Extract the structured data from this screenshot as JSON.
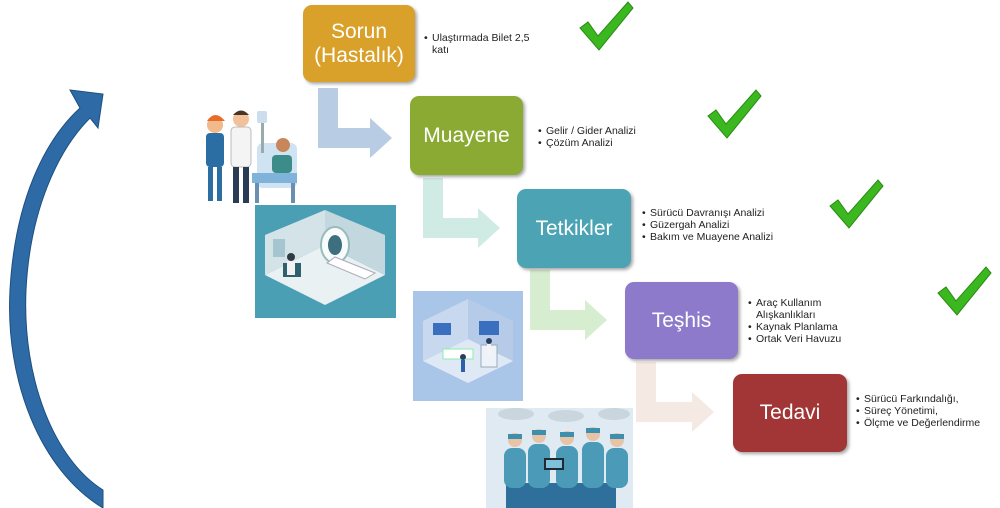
{
  "steps": [
    {
      "label": "Sorun (Hastalık)",
      "color": "#D9A02A",
      "bullets": [
        "Ulaştırmada Bilet 2,5 katı"
      ]
    },
    {
      "label": "Muayene",
      "color": "#8AAA33",
      "bullets": [
        "Gelir / Gider Analizi",
        "Çözüm Analizi"
      ]
    },
    {
      "label": "Tetkikler",
      "color": "#4BA3B3",
      "bullets": [
        "Sürücü Davranışı Analizi",
        "Güzergah Analizi",
        "Bakım ve Muayene Analizi"
      ]
    },
    {
      "label": "Teşhis",
      "color": "#8E7ACB",
      "bullets": [
        "Araç Kullanım Alışkanlıkları",
        "Kaynak Planlama",
        "Ortak Veri Havuzu"
      ]
    },
    {
      "label": "Tedavi",
      "color": "#A23535",
      "bullets": [
        "Sürücü Farkındalığı,",
        "Süreç Yönetimi,",
        "Ölçme ve Değerlendirme"
      ]
    }
  ],
  "colors": {
    "cycle_arrow": "#2E6BA6",
    "check": "#3BB81F",
    "connector_1": "#B8CCE3",
    "connector_2": "#CFEBE3",
    "connector_3": "#D7EDD0",
    "connector_4": "#F4E9E3"
  },
  "icons": [
    "check-icon",
    "cycle-arrow-icon"
  ],
  "illustrations": [
    "nurses-patient-illustration",
    "mri-room-illustration",
    "lab-room-illustration",
    "surgery-team-illustration"
  ]
}
